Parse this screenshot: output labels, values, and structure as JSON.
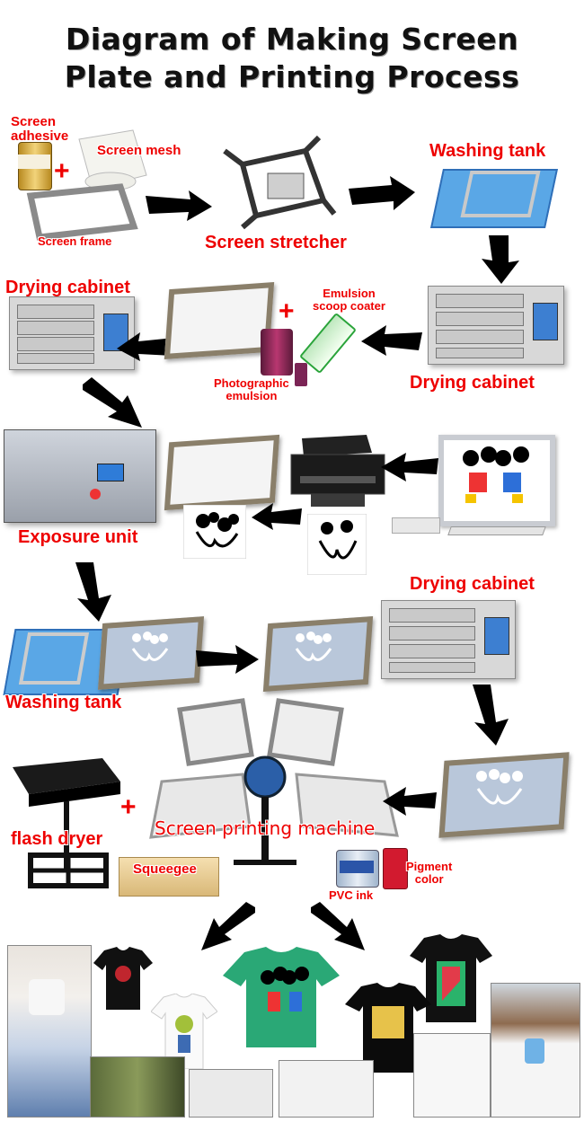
{
  "title": {
    "line1": "Diagram of Making Screen",
    "line2": "Plate and Printing Process"
  },
  "labels": {
    "screen_adhesive": "Screen\nadhesive",
    "screen_mesh": "Screen mesh",
    "screen_frame": "Screen frame",
    "screen_stretcher": "Screen stretcher",
    "washing_tank_1": "Washing tank",
    "drying_cabinet_1": "Drying cabinet",
    "drying_cabinet_2": "Drying cabinet",
    "emulsion_scoop_coater": "Emulsion\nscoop coater",
    "photographic_emulsion": "Photographic\nemulsion",
    "exposure_unit": "Exposure unit",
    "washing_tank_2": "Washing tank",
    "drying_cabinet_3": "Drying cabinet",
    "flash_dryer": "flash dryer",
    "screen_printing_machine": "Screen printing machine",
    "squeegee": "Squeegee",
    "pvc_ink": "PVC ink",
    "pigment_color": "Pigment\ncolor"
  },
  "colors": {
    "label_red": "#e00000",
    "arrow_black": "#000000",
    "tank_blue": "#5aa7e6",
    "frame_brown": "#8a7f6a"
  }
}
